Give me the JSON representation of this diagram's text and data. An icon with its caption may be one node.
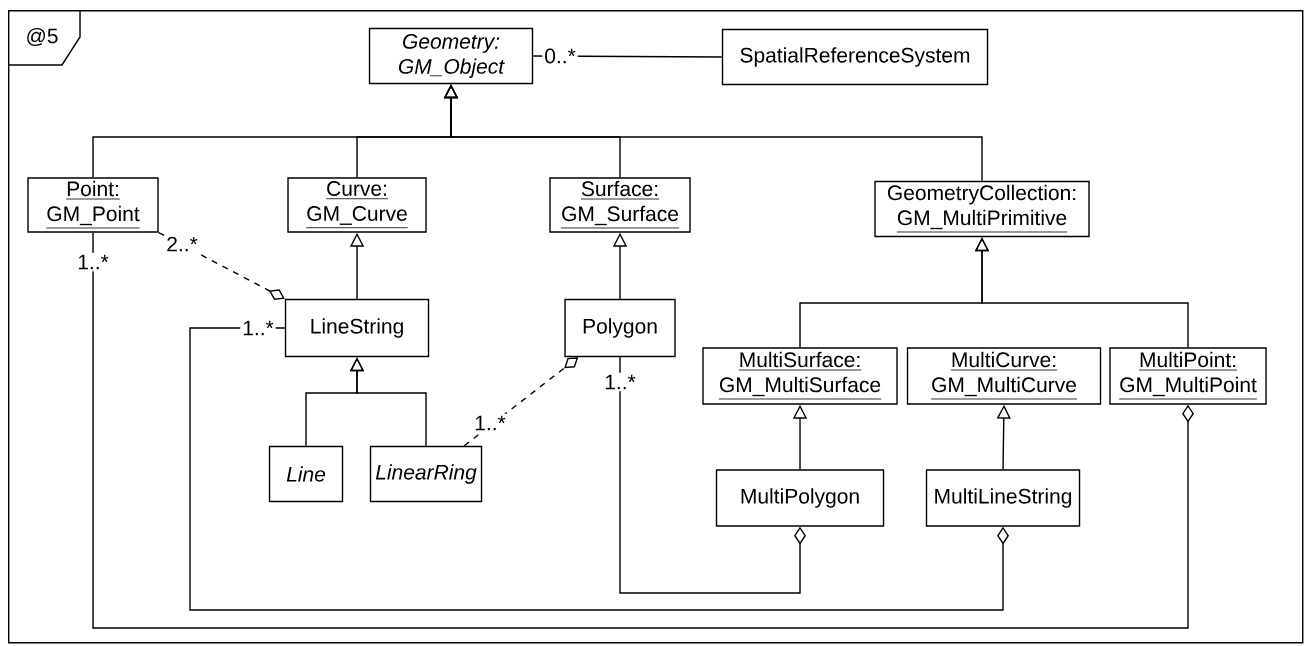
{
  "diagram": {
    "nodes": [
      {
        "text": [
          "@5"
        ]
      },
      {
        "text": [
          "Geometry:",
          "GM_Object"
        ],
        "in": 0
      },
      {
        "text": [
          "SpatialReferenceSystem"
        ],
        "in": 0
      },
      {
        "text": [
          "Point:",
          "GM_Point"
        ],
        "in": 0
      },
      {
        "text": [
          "Curve:",
          "GM_Curve"
        ],
        "in": 0
      },
      {
        "text": [
          "Surface:",
          "GM_Surface"
        ],
        "in": 0
      },
      {
        "text": [
          "GeometryCollection:",
          "GM_MultiPrimitive"
        ],
        "in": 0
      },
      {
        "text": [
          "LineString"
        ],
        "in": 0
      },
      {
        "text": [
          "Polygon"
        ],
        "in": 0
      },
      {
        "text": [
          "MultiSurface:",
          "GM_MultiSurface"
        ],
        "in": 0
      },
      {
        "text": [
          "MultiCurve:",
          "GM_MultiCurve"
        ],
        "in": 0
      },
      {
        "text": [
          "MultiPoint:",
          "GM_MultiPoint"
        ],
        "in": 0
      },
      {
        "text": [
          "Line"
        ],
        "in": 0
      },
      {
        "text": [
          "LinearRing"
        ],
        "in": 0
      },
      {
        "text": [
          "MultiPolygon"
        ],
        "in": 0
      },
      {
        "text": [
          "MultiLineString"
        ],
        "in": 0
      }
    ],
    "edges": [
      {
        "from": 1,
        "to": 2,
        "arrow": "none",
        "label": "0..*"
      },
      {
        "from": 3,
        "to": 1,
        "arrow": "to"
      },
      {
        "from": 4,
        "to": 1,
        "arrow": "to"
      },
      {
        "from": 5,
        "to": 1,
        "arrow": "to"
      },
      {
        "from": 6,
        "to": 1,
        "arrow": "to"
      },
      {
        "from": 7,
        "to": 4,
        "arrow": "to"
      },
      {
        "from": 8,
        "to": 5,
        "arrow": "to"
      },
      {
        "from": 12,
        "to": 7,
        "arrow": "to"
      },
      {
        "from": 13,
        "to": 7,
        "arrow": "to"
      },
      {
        "from": 9,
        "to": 6,
        "arrow": "to"
      },
      {
        "from": 11,
        "to": 6,
        "arrow": "to"
      },
      {
        "from": 14,
        "to": 9,
        "arrow": "to"
      },
      {
        "from": 15,
        "to": 10,
        "arrow": "to"
      },
      {
        "from": 3,
        "to": 7,
        "arrow": "other",
        "style": "dashed",
        "label": "2..*"
      },
      {
        "from": 13,
        "to": 8,
        "arrow": "other",
        "style": "dashed",
        "label": "1..*"
      },
      {
        "from": 8,
        "to": 14,
        "arrow": "other",
        "label": "1..*"
      },
      {
        "from": 7,
        "to": 15,
        "arrow": "other",
        "label": "1..*"
      },
      {
        "from": 3,
        "to": 11,
        "arrow": "other",
        "label": "1..*"
      }
    ]
  }
}
